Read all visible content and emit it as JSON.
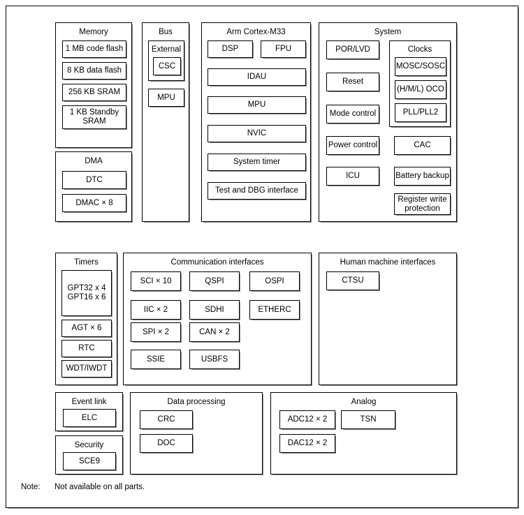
{
  "diagram": {
    "note": {
      "label": "Note:",
      "text": "Not available on all parts."
    },
    "groups": {
      "memory": {
        "title": "Memory",
        "blocks": [
          {
            "label": "1 MB code flash"
          },
          {
            "label": "8 KB data flash"
          },
          {
            "label": "256 KB SRAM"
          },
          {
            "label": "1 KB Standby\nSRAM"
          }
        ]
      },
      "dma": {
        "title": "DMA",
        "blocks": [
          {
            "label": "DTC"
          },
          {
            "label": "DMAC × 8"
          }
        ]
      },
      "bus": {
        "title": "Bus",
        "subgroups": [
          {
            "title": "External",
            "blocks": [
              {
                "label": "CSC"
              }
            ]
          }
        ],
        "blocks": [
          {
            "label": "MPU"
          }
        ]
      },
      "cpu": {
        "title": "Arm Cortex-M33",
        "blocks": [
          {
            "label": "DSP"
          },
          {
            "label": "FPU"
          },
          {
            "label": "IDAU"
          },
          {
            "label": "MPU"
          },
          {
            "label": "NVIC"
          },
          {
            "label": "System timer"
          },
          {
            "label": "Test and DBG interface"
          }
        ]
      },
      "system": {
        "title": "System",
        "blocks": [
          {
            "label": "POR/LVD"
          },
          {
            "label": "Reset"
          },
          {
            "label": "Mode control"
          },
          {
            "label": "Power control"
          },
          {
            "label": "ICU"
          },
          {
            "label": "CAC"
          },
          {
            "label": "Battery backup"
          },
          {
            "label": "Register write\nprotection"
          }
        ],
        "subgroups": [
          {
            "title": "Clocks",
            "blocks": [
              {
                "label": "MOSC/SOSC"
              },
              {
                "label": "(H/M/L) OCO"
              },
              {
                "label": "PLL/PLL2"
              }
            ]
          }
        ]
      },
      "timers": {
        "title": "Timers",
        "blocks": [
          {
            "label": "GPT32 x 4\nGPT16 x 6"
          },
          {
            "label": "AGT × 6"
          },
          {
            "label": "RTC"
          },
          {
            "label": "WDT/IWDT"
          }
        ]
      },
      "communication": {
        "title": "Communication interfaces",
        "blocks": [
          {
            "label": "SCI × 10"
          },
          {
            "label": "QSPI"
          },
          {
            "label": "OSPI"
          },
          {
            "label": "IIC × 2"
          },
          {
            "label": "SDHI"
          },
          {
            "label": "ETHERC"
          },
          {
            "label": "SPI × 2"
          },
          {
            "label": "CAN × 2"
          },
          {
            "label": "SSIE"
          },
          {
            "label": "USBFS"
          }
        ]
      },
      "hmi": {
        "title": "Human machine interfaces",
        "blocks": [
          {
            "label": "CTSU"
          }
        ]
      },
      "event_link": {
        "title": "Event link",
        "blocks": [
          {
            "label": "ELC"
          }
        ]
      },
      "security": {
        "title": "Security",
        "blocks": [
          {
            "label": "SCE9"
          }
        ]
      },
      "data_processing": {
        "title": "Data processing",
        "blocks": [
          {
            "label": "CRC"
          },
          {
            "label": "DOC"
          }
        ]
      },
      "analog": {
        "title": "Analog",
        "blocks": [
          {
            "label": "ADC12 × 2"
          },
          {
            "label": "TSN"
          },
          {
            "label": "DAC12 × 2"
          }
        ]
      }
    }
  }
}
